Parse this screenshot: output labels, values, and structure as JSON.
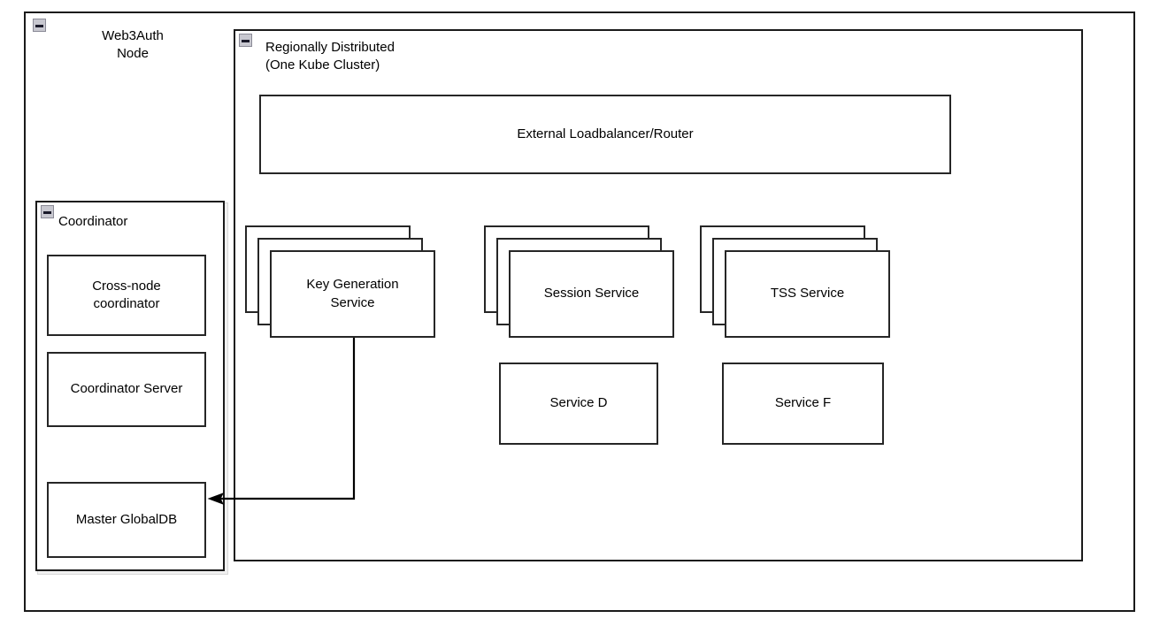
{
  "diagram": {
    "title_present": false,
    "outer_container": {
      "name": "Web3Auth Node",
      "label": "Web3Auth\nNode",
      "collapse_icon": "collapse-minus-icon"
    },
    "kube_container": {
      "name": "Regionally Distributed (One Kube Cluster)",
      "label": "Regionally Distributed\n(One Kube Cluster)",
      "collapse_icon": "collapse-minus-icon"
    },
    "coordinator_container": {
      "name": "Coordinator",
      "label": "Coordinator",
      "collapse_icon": "collapse-minus-icon",
      "children": [
        {
          "id": "cross-node-coordinator",
          "label": "Cross-node\ncoordinator"
        },
        {
          "id": "coordinator-server",
          "label": "Coordinator Server"
        },
        {
          "id": "master-globaldb",
          "label": "Master GlobalDB"
        }
      ]
    },
    "loadbalancer": {
      "id": "external-loadbalancer",
      "label": "External Loadbalancer/Router"
    },
    "stacked_services": [
      {
        "id": "key-generation-service",
        "label": "Key Generation\nService",
        "instances": 3
      },
      {
        "id": "session-service",
        "label": "Session Service",
        "instances": 3
      },
      {
        "id": "tss-service",
        "label": "TSS Service",
        "instances": 3
      }
    ],
    "plain_services": [
      {
        "id": "service-d",
        "label": "Service D"
      },
      {
        "id": "service-f",
        "label": "Service F"
      }
    ],
    "connectors": [
      {
        "id": "keygen-to-masterdb",
        "from": "key-generation-service",
        "to": "master-globaldb",
        "arrowhead": "end",
        "style": "orthogonal"
      }
    ],
    "colors": {
      "background": "#ffffff",
      "node_border": "#262626",
      "group_border": "#1a1a1a",
      "connector": "#000000",
      "text": "#000000",
      "icon_fill": "#c8c8d0",
      "icon_border": "#8a8a96"
    }
  }
}
